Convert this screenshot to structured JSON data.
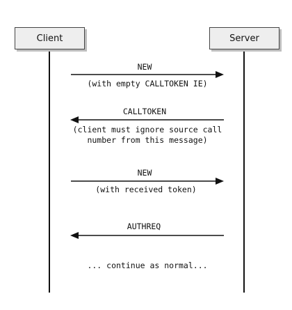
{
  "participants": {
    "client": "Client",
    "server": "Server"
  },
  "messages": [
    {
      "direction": "client-to-server",
      "label": "NEW",
      "note": [
        "(with empty CALLTOKEN IE)"
      ]
    },
    {
      "direction": "server-to-client",
      "label": "CALLTOKEN",
      "note": [
        "(client must ignore source call",
        "number from this message)"
      ]
    },
    {
      "direction": "client-to-server",
      "label": "NEW",
      "note": [
        "(with received token)"
      ]
    },
    {
      "direction": "server-to-client",
      "label": "AUTHREQ",
      "note": []
    }
  ],
  "footer_note": "... continue as normal..."
}
